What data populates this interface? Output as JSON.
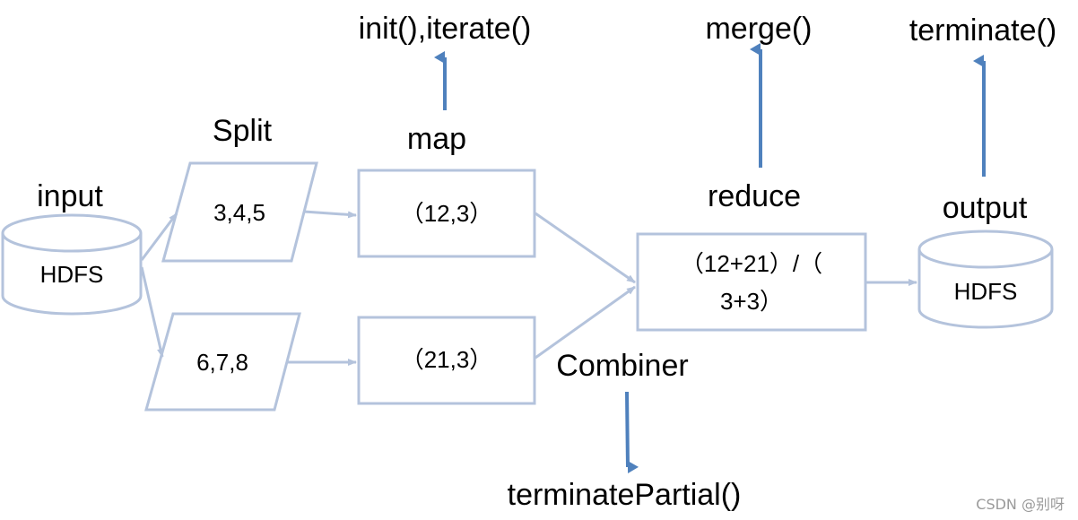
{
  "labels": {
    "input": "input",
    "split": "Split",
    "map": "map",
    "reduce": "reduce",
    "output": "output",
    "combiner": "Combiner",
    "map_func": "init(),iterate()",
    "reduce_func": "merge()",
    "output_func": "terminate()",
    "combiner_func": "terminatePartial()"
  },
  "nodes": {
    "input_db": "HDFS",
    "split1": "3,4,5",
    "split2": "6,7,8",
    "map1": "（12,3）",
    "map2": "（21,3）",
    "reduce_line1": "（12+21）/（",
    "reduce_line2": "3+3）",
    "output_db": "HDFS"
  },
  "watermark": "CSDN @别呀",
  "colors": {
    "shape_stroke": "#b4c3dc",
    "connector": "#b4c3dc",
    "func_arrow": "#4f81bd",
    "text": "#000000"
  }
}
